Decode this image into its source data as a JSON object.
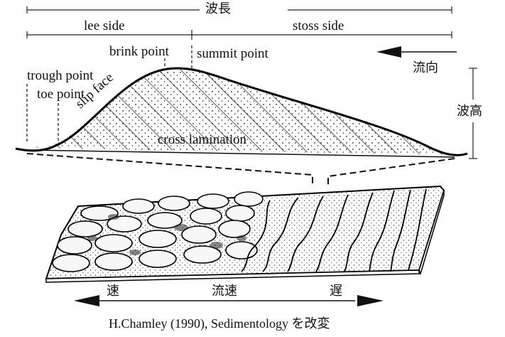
{
  "diagram": {
    "wavelength_label": "波長",
    "lee_side_label": "lee side",
    "stoss_side_label": "stoss side",
    "brink_point_label": "brink point",
    "summit_point_label": "summit point",
    "trough_point_label": "trough point",
    "toe_point_label": "toe point",
    "slip_face_label": "slip face",
    "cross_lamination_label": "cross lamination",
    "flow_direction_label": "流向",
    "wave_height_label": "波高",
    "velocity_fast_label": "速",
    "velocity_label": "流速",
    "velocity_slow_label": "遅",
    "caption": "H.Chamley (1990),  Sedimentology を改変"
  }
}
